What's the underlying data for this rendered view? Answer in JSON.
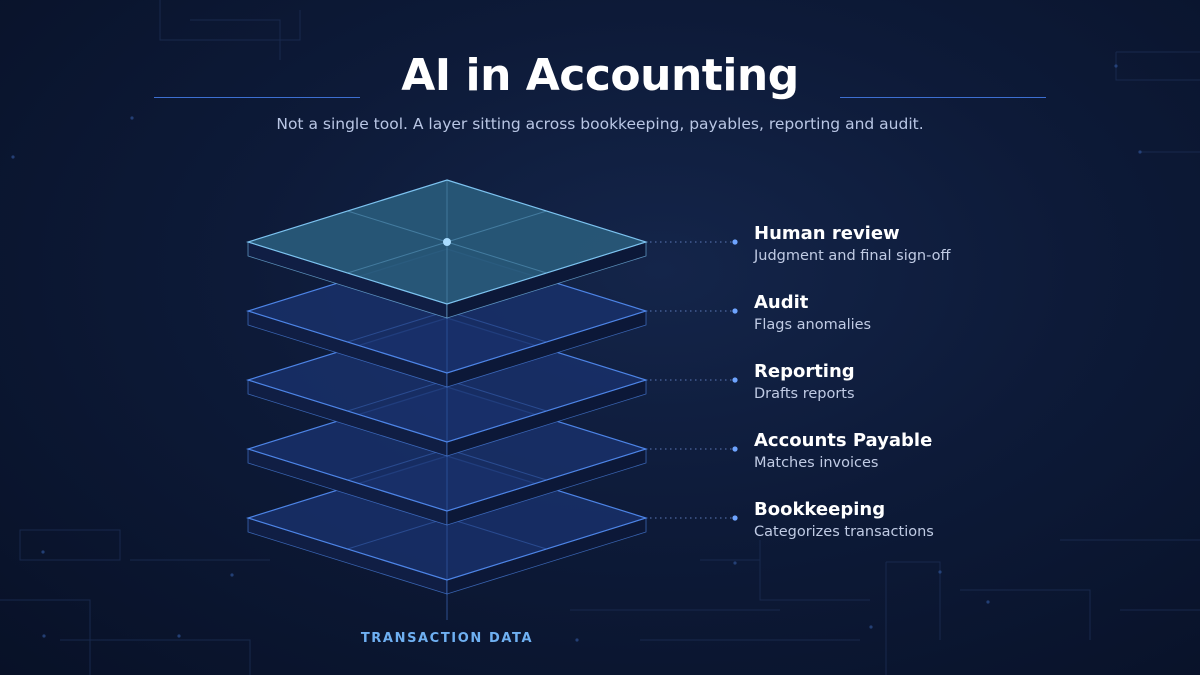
{
  "header": {
    "title": "AI in Accounting",
    "subtitle": "Not a single tool. A layer sitting across bookkeeping, payables, reporting and audit."
  },
  "layers": [
    {
      "title": "Human review",
      "desc": "Judgment and final sign-off"
    },
    {
      "title": "Audit",
      "desc": "Flags anomalies"
    },
    {
      "title": "Reporting",
      "desc": "Drafts reports"
    },
    {
      "title": "Accounts Payable",
      "desc": "Matches invoices"
    },
    {
      "title": "Bookkeeping",
      "desc": "Categorizes transactions"
    }
  ],
  "footer": {
    "base_label": "TRANSACTION DATA"
  },
  "colors": {
    "background": "#0b1633",
    "layer_fill": "#19306a",
    "layer_top_fill": "#285878",
    "layer_edge": "#4d84e6",
    "top_edge": "#7cc2ef",
    "accent_dot": "#6ea4ff",
    "label_text": "#ffffff",
    "desc_text": "#c0cbe4",
    "footer_text": "#6fb0f2"
  }
}
